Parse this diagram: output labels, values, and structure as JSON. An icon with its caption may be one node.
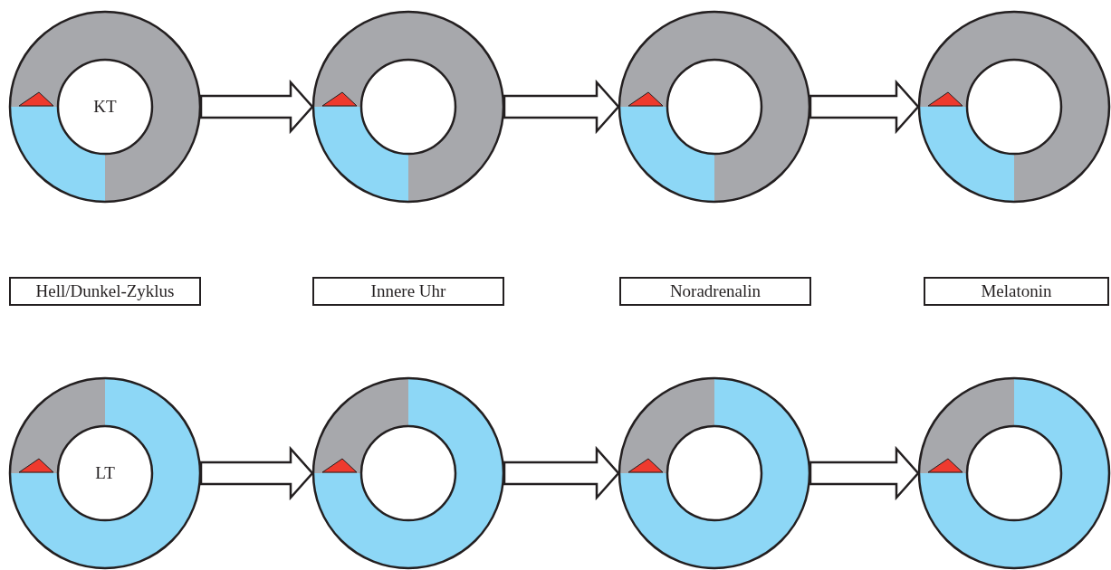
{
  "diagram": {
    "nodes": [
      {
        "text": [
          "KT"
        ]
      },
      {
        "text": [],
        "shape": "circle"
      },
      {
        "text": [],
        "shape": "circle"
      },
      {
        "text": [],
        "shape": "circle"
      },
      {
        "text": [
          "Hell/Dunkel-Zyklus"
        ]
      },
      {
        "text": [
          "Innere Uhr"
        ]
      },
      {
        "text": [
          "Noradrenalin"
        ]
      },
      {
        "text": [
          "Melatonin"
        ]
      },
      {
        "text": [
          "LT"
        ]
      },
      {
        "text": [],
        "shape": "circle"
      },
      {
        "text": [],
        "shape": "circle"
      },
      {
        "text": [],
        "shape": "circle"
      }
    ],
    "edges": [
      {
        "from": 0,
        "to": 1,
        "arrow": "to"
      },
      {
        "from": 1,
        "to": 2,
        "arrow": "to"
      },
      {
        "from": 2,
        "to": 3,
        "arrow": "to"
      },
      {
        "from": 8,
        "to": 9,
        "arrow": "to"
      },
      {
        "from": 9,
        "to": 10,
        "arrow": "to"
      },
      {
        "from": 10,
        "to": 11,
        "arrow": "to"
      }
    ]
  }
}
